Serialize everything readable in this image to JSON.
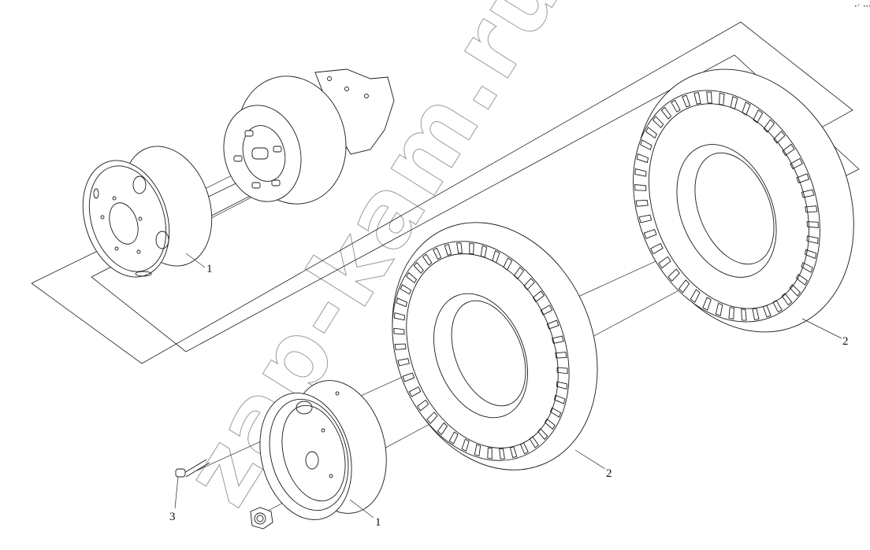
{
  "diagram": {
    "title": "Wheel assembly exploded view",
    "watermark": "zap-kam.ru",
    "corner_mark": "•° •••",
    "parts": [
      {
        "id": "rim-upper",
        "label": "1",
        "name": "Wheel rim"
      },
      {
        "id": "hub-drum",
        "label": "",
        "name": "Hub with brake drum and studs"
      },
      {
        "id": "tire-upper",
        "label": "2",
        "name": "Tire"
      },
      {
        "id": "tire-lower",
        "label": "2",
        "name": "Tire"
      },
      {
        "id": "rim-lower",
        "label": "1",
        "name": "Wheel rim"
      },
      {
        "id": "valve",
        "label": "3",
        "name": "Valve"
      },
      {
        "id": "nut",
        "label": "",
        "name": "Wheel nut"
      }
    ],
    "callouts": [
      {
        "text": "1",
        "target": "rim-upper"
      },
      {
        "text": "2",
        "target": "tire-upper"
      },
      {
        "text": "2",
        "target": "tire-lower"
      },
      {
        "text": "1",
        "target": "rim-lower"
      },
      {
        "text": "3",
        "target": "valve"
      }
    ]
  }
}
